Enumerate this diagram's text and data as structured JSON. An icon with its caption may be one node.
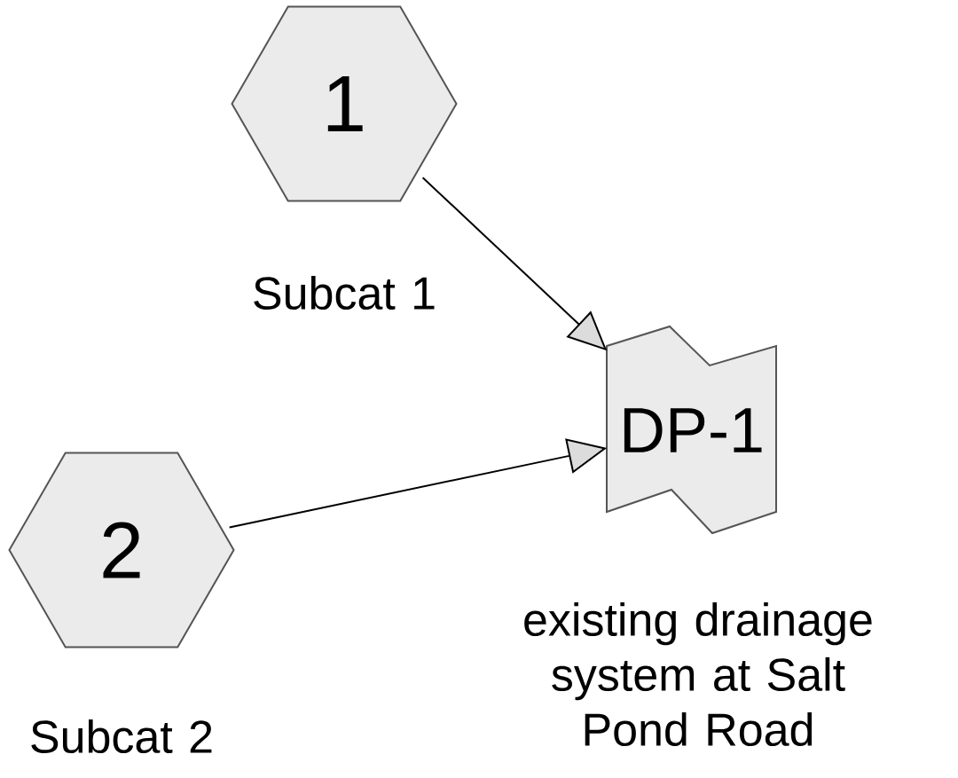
{
  "diagram": {
    "nodes": [
      {
        "text": [
          "1"
        ],
        "beside": [
          "Subcat 1"
        ]
      },
      {
        "text": [
          "2"
        ],
        "beside": [
          "Subcat 2"
        ]
      },
      {
        "text": [
          "DP-1"
        ],
        "beside": [
          "existing drainage system at Salt Pond Road"
        ]
      }
    ],
    "edges": [
      {
        "from": 0,
        "to": 2,
        "arrow": "to"
      },
      {
        "from": 1,
        "to": 2,
        "arrow": "to"
      }
    ]
  }
}
